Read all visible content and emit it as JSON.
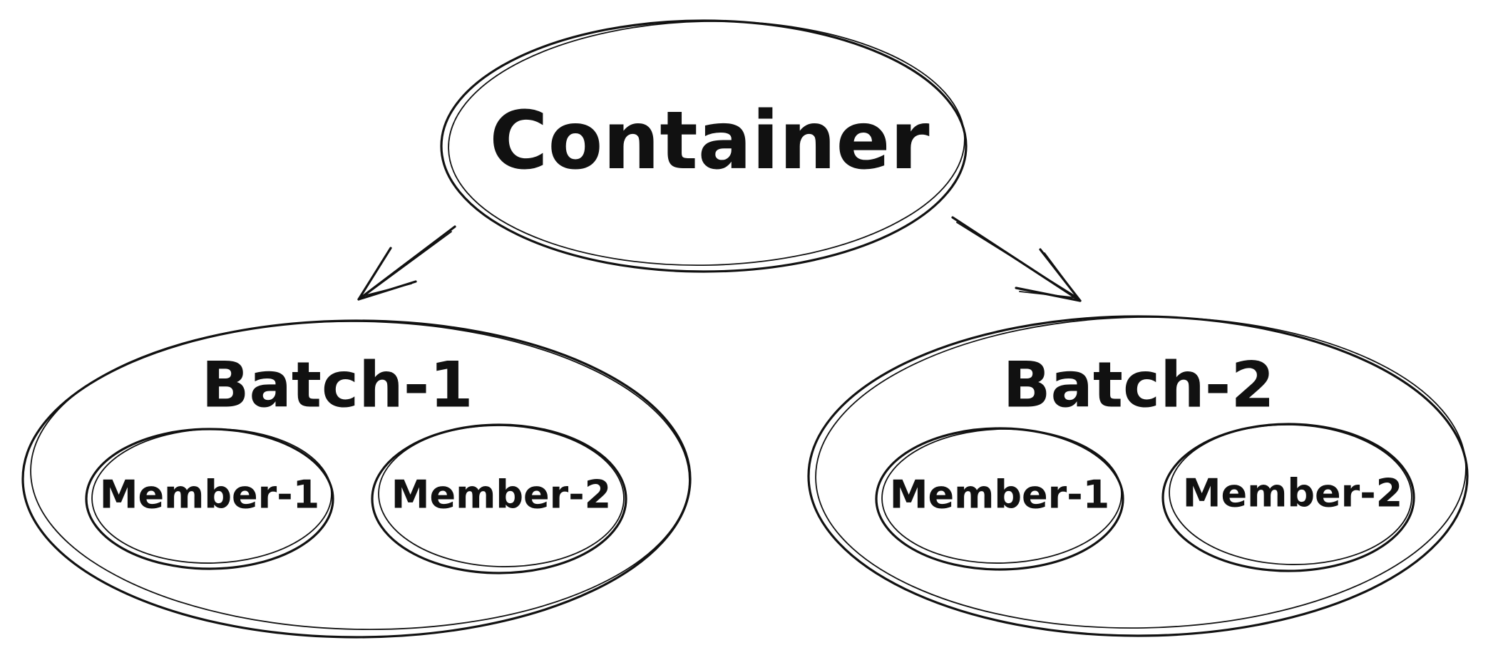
{
  "diagram": {
    "container": {
      "label": "Container"
    },
    "batches": [
      {
        "label": "Batch-1",
        "members": [
          {
            "label": "Member-1"
          },
          {
            "label": "Member-2"
          }
        ]
      },
      {
        "label": "Batch-2",
        "members": [
          {
            "label": "Member-1"
          },
          {
            "label": "Member-2"
          }
        ]
      }
    ],
    "stroke_color": "#111111",
    "background_color": "#ffffff"
  }
}
